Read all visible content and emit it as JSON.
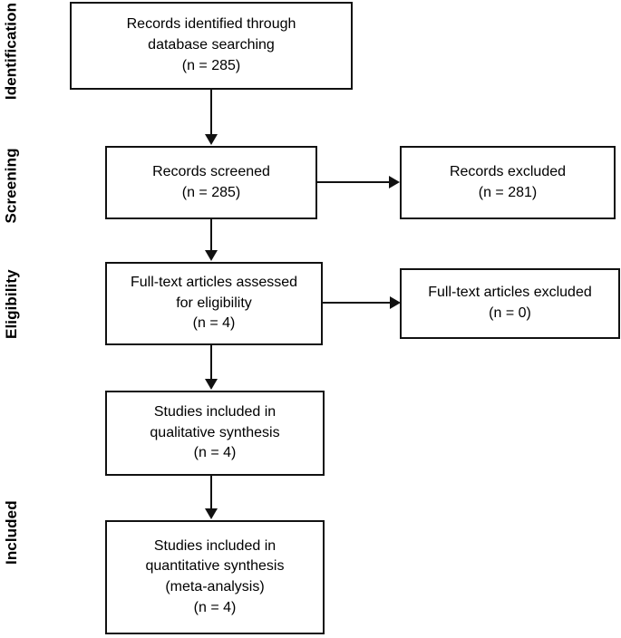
{
  "diagram": {
    "type": "prisma-flow-diagram",
    "stages": [
      {
        "id": "identification",
        "label": "Identification"
      },
      {
        "id": "screening",
        "label": "Screening"
      },
      {
        "id": "eligibility",
        "label": "Eligibility"
      },
      {
        "id": "included",
        "label": "Included"
      }
    ],
    "nodes": [
      {
        "id": "records-identified",
        "lines": [
          "Records identified through",
          "database searching",
          "(n = 285)"
        ],
        "count": 285
      },
      {
        "id": "records-screened",
        "lines": [
          "Records screened",
          "(n = 285)"
        ],
        "count": 285
      },
      {
        "id": "records-excluded",
        "lines": [
          "Records excluded",
          "(n = 281)"
        ],
        "count": 281
      },
      {
        "id": "fulltext-assessed",
        "lines": [
          "Full-text articles assessed",
          "for eligibility",
          "(n = 4)"
        ],
        "count": 4
      },
      {
        "id": "fulltext-excluded",
        "lines": [
          "Full-text articles excluded",
          "(n = 0)"
        ],
        "count": 0
      },
      {
        "id": "qualitative-synthesis",
        "lines": [
          "Studies included in",
          "qualitative synthesis",
          "(n = 4)"
        ],
        "count": 4
      },
      {
        "id": "quantitative-synthesis",
        "lines": [
          "Studies included in",
          "quantitative synthesis",
          "(meta-analysis)",
          "(n = 4)"
        ],
        "count": 4
      }
    ],
    "colors": {
      "stroke": "#111111",
      "background": "#ffffff",
      "text": "#000000"
    }
  }
}
